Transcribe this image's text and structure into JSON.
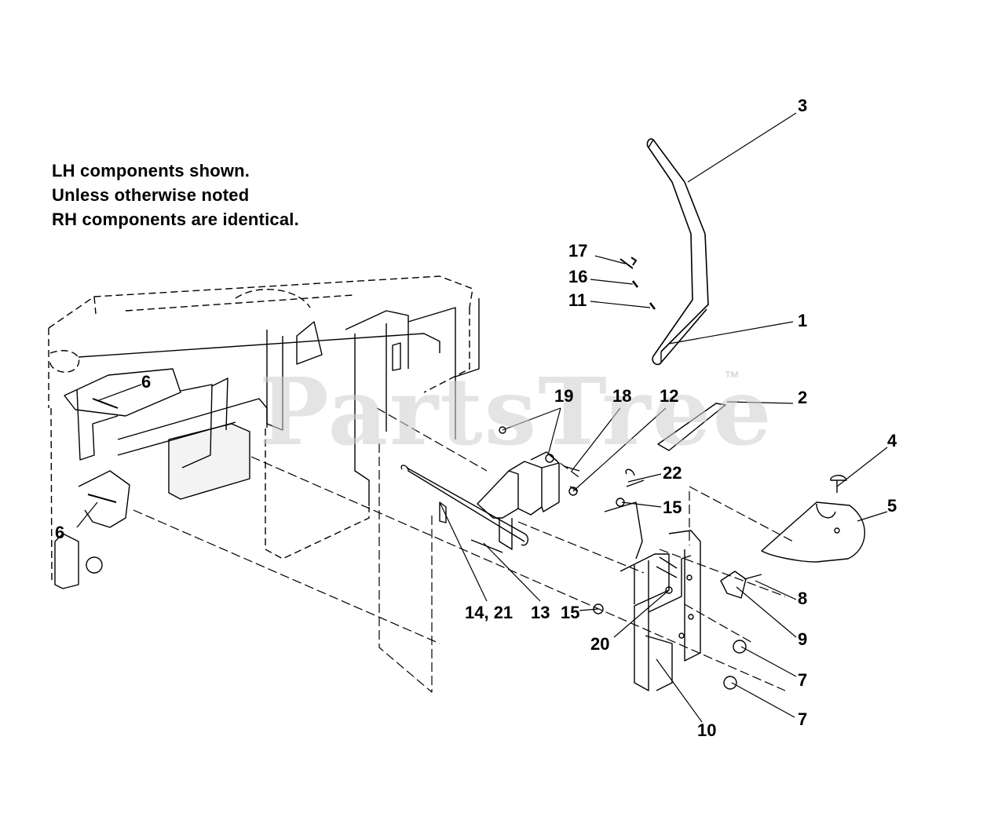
{
  "notes": {
    "line1": "LH components shown.",
    "line2": "Unless otherwise noted",
    "line3": "RH components are identical."
  },
  "watermark": {
    "text": "PartsTree",
    "tm": "™"
  },
  "callouts": {
    "c1": "1",
    "c2": "2",
    "c3": "3",
    "c4": "4",
    "c5": "5",
    "c6a": "6",
    "c6b": "6",
    "c7a": "7",
    "c7b": "7",
    "c8": "8",
    "c9": "9",
    "c10": "10",
    "c11": "11",
    "c12": "12",
    "c13": "13",
    "c14_21": "14, 21",
    "c15a": "15",
    "c15b": "15",
    "c16": "16",
    "c17": "17",
    "c18": "18",
    "c19": "19",
    "c20": "20",
    "c22": "22"
  }
}
